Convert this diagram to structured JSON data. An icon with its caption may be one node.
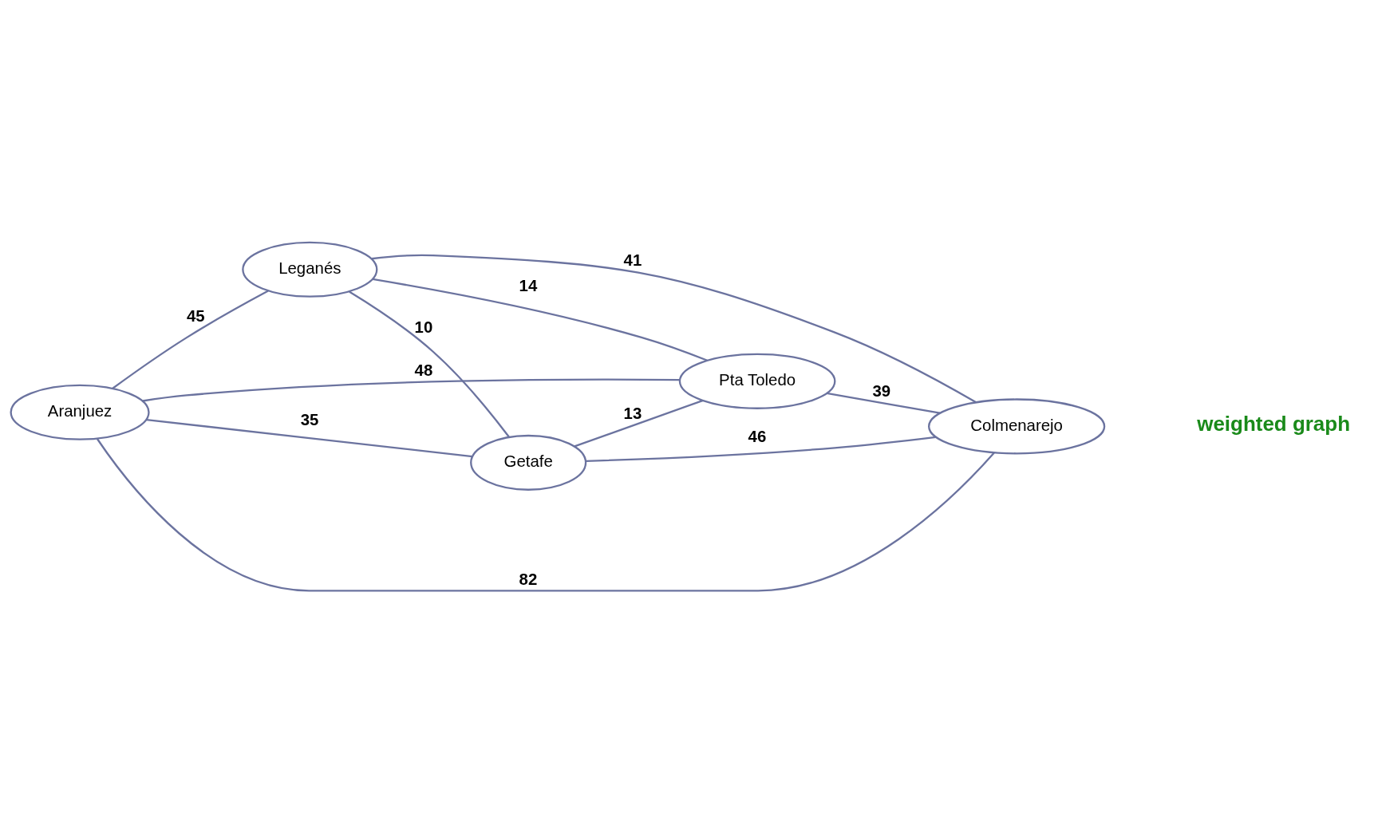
{
  "diagram": {
    "nodes": [
      {
        "text": [
          "Leganés"
        ]
      },
      {
        "text": [
          "Getafe"
        ]
      },
      {
        "text": [
          "Aranjuez"
        ]
      },
      {
        "text": [
          "Pta Toledo"
        ]
      },
      {
        "text": [
          "Colmenarejo"
        ]
      }
    ],
    "edges": [
      {
        "from": 2,
        "to": 1,
        "arrow": "none",
        "label": "35"
      },
      {
        "from": 2,
        "to": 0,
        "arrow": "none",
        "label": "45"
      },
      {
        "from": 0,
        "to": 1,
        "arrow": "none",
        "label": "10"
      },
      {
        "from": 0,
        "to": 4,
        "arrow": "none",
        "label": "41"
      },
      {
        "from": 0,
        "to": 3,
        "arrow": "none",
        "label": "14"
      },
      {
        "from": 1,
        "to": 4,
        "arrow": "none",
        "label": "46"
      },
      {
        "from": 1,
        "to": 3,
        "arrow": "none",
        "label": "13"
      },
      {
        "from": 2,
        "to": 3,
        "arrow": "none",
        "label": "48"
      },
      {
        "from": 3,
        "to": 4,
        "arrow": "none",
        "label": "39"
      },
      {
        "from": 2,
        "to": 4,
        "arrow": "none",
        "label": "82"
      }
    ],
    "labels": [
      "weighted graph"
    ]
  }
}
